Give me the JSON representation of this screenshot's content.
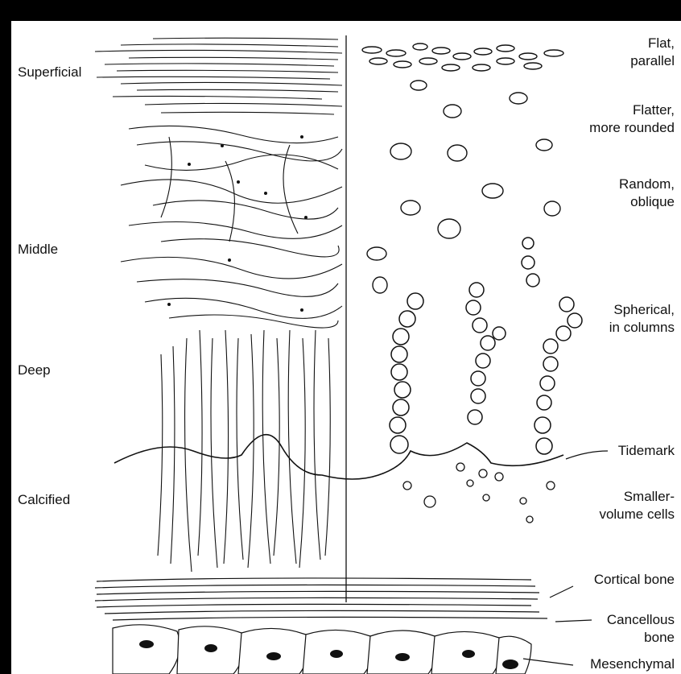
{
  "colors": {
    "background": "#000000",
    "paper": "#ffffff",
    "ink": "#111111"
  },
  "zones": {
    "superficial": "Superficial",
    "middle": "Middle",
    "deep": "Deep",
    "calcified": "Calcified"
  },
  "cell_descriptions": {
    "flat_1": "Flat,",
    "flat_2": "parallel",
    "flatter_1": "Flatter,",
    "flatter_2": "more rounded",
    "random_1": "Random,",
    "random_2": "oblique",
    "spherical_1": "Spherical,",
    "spherical_2": "in columns",
    "tidemark": "Tidemark",
    "smaller_1": "Smaller-",
    "smaller_2": "volume cells"
  },
  "bone_labels": {
    "cortical": "Cortical bone",
    "cancellous_1": "Cancellous",
    "cancellous_2": "bone",
    "mesenchymal": "Mesenchymal"
  }
}
